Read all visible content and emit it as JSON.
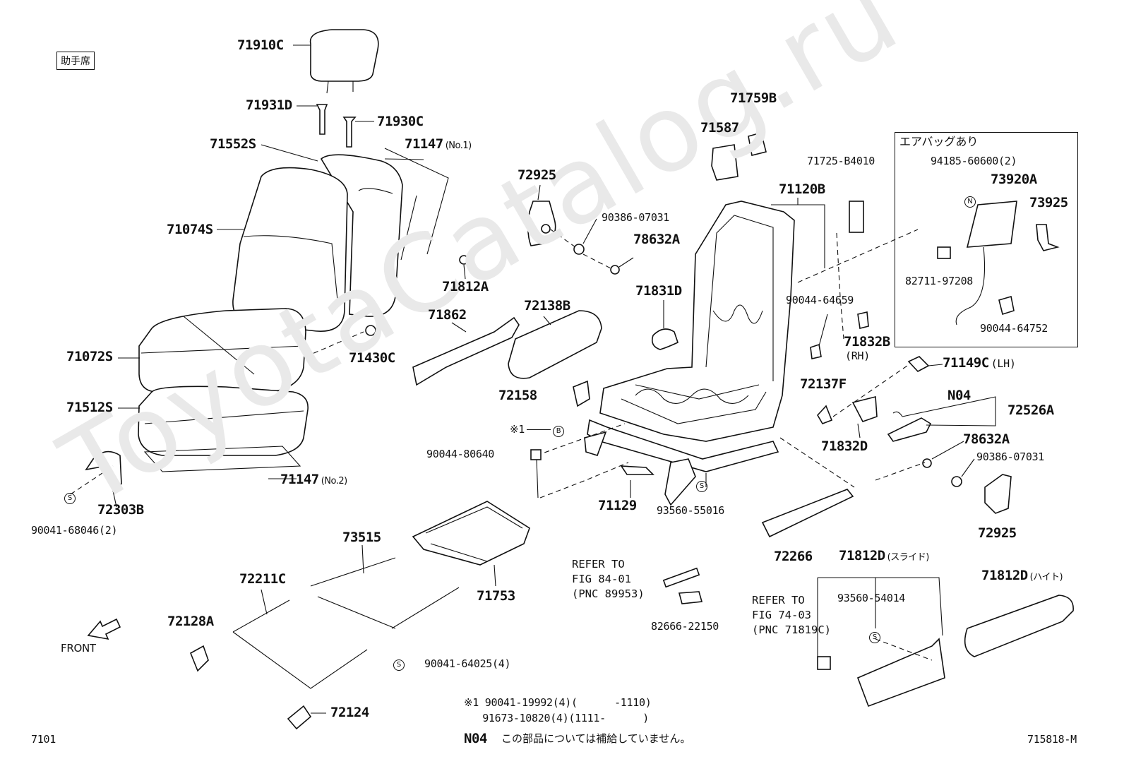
{
  "badge_label": "助手席",
  "watermark": "ToyotaCatalog.ru",
  "airbag_box": {
    "title": "エアバッグあり",
    "labels": [
      "94185-60600(2)",
      "73920A",
      "73925",
      "82711-97208",
      "90044-64752"
    ]
  },
  "parts": {
    "p71910C": "71910C",
    "p71931D": "71931D",
    "p71930C": "71930C",
    "p71552S": "71552S",
    "p71147a": "71147",
    "p71147a_tag": "(No.1)",
    "p71074S": "71074S",
    "p71072S": "71072S",
    "p71430C": "71430C",
    "p71512S": "71512S",
    "p71147b": "71147",
    "p71147b_tag": "(No.2)",
    "p72303B": "72303B",
    "p90041_68046": "90041-68046(2)",
    "p72925a": "72925",
    "p90386a": "90386-07031",
    "p78632Aa": "78632A",
    "p71812A": "71812A",
    "p71862": "71862",
    "p72138B": "72138B",
    "p71831D": "71831D",
    "p72158": "72158",
    "p_star1": "※1",
    "p90044_80640": "90044-80640",
    "p71129": "71129",
    "p93560_55016": "93560-55016",
    "p71587": "71587",
    "p71759B": "71759B",
    "p71725": "71725-B4010",
    "p71120B": "71120B",
    "p90044_64659": "90044-64659",
    "p71832B": "71832B",
    "p71832B_tag": "(RH)",
    "p71149C": "71149C",
    "p71149C_tag": "(LH)",
    "p72137F": "72137F",
    "p71832D": "71832D",
    "pN04": "N04",
    "p72526A": "72526A",
    "p78632Ab": "78632A",
    "p90386b": "90386-07031",
    "p72925b": "72925",
    "p72266": "72266",
    "p73515": "73515",
    "p72211C": "72211C",
    "p71753": "71753",
    "p72128A": "72128A",
    "p90041_64025": "90041-64025(4)",
    "p72124": "72124",
    "p82666": "82666-22150",
    "p71812D_slide": "71812D",
    "p71812D_slide_tag": "(スライド)",
    "p93560_54014": "93560-54014",
    "p71812D_height": "71812D",
    "p71812D_height_tag": "(ハイト)"
  },
  "refs": {
    "ref1": "REFER TO\nFIG 84-01\n(PNC 89953)",
    "ref2": "REFER TO\nFIG 74-03\n(PNC 71819C)"
  },
  "front_label": "FRONT",
  "footnote": {
    "line1": "※1 90041-19992(4)(      -1110)",
    "line2": "   91673-10820(4)(1111-      )",
    "n04_code": "N04",
    "n04_text": "この部品については補給していません。"
  },
  "page_left": "7101",
  "page_right": "715818-M",
  "symbols": {
    "s": "S",
    "n": "N",
    "b": "B"
  }
}
